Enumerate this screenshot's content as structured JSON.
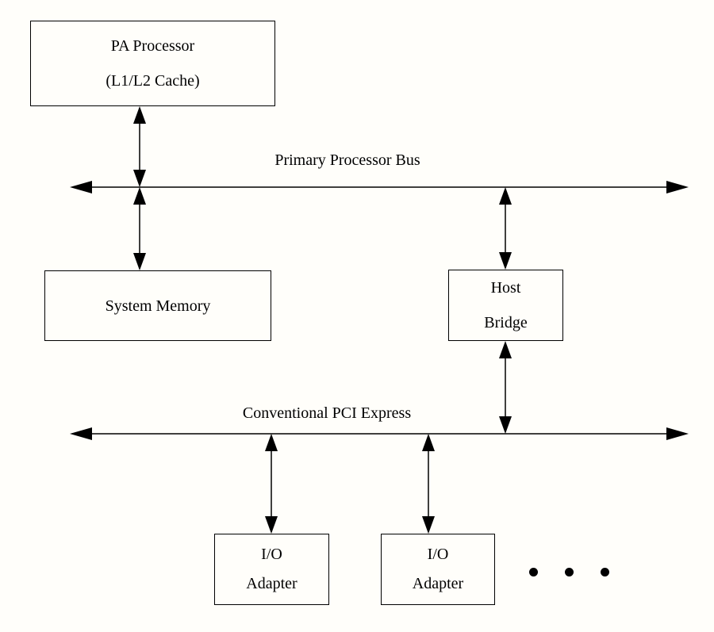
{
  "boxes": {
    "pa_processor": {
      "lines": [
        "PA Processor",
        "(L1/L2 Cache)"
      ]
    },
    "system_memory": {
      "lines": [
        "System Memory"
      ]
    },
    "host_bridge": {
      "lines": [
        "Host",
        "Bridge"
      ]
    },
    "io_adapter_1": {
      "lines": [
        "I/O",
        "Adapter"
      ]
    },
    "io_adapter_2": {
      "lines": [
        "I/O",
        "Adapter"
      ]
    }
  },
  "buses": {
    "primary_processor_bus": {
      "label": "Primary Processor Bus"
    },
    "conventional_pci_express": {
      "label": "Conventional PCI Express"
    }
  },
  "ellipsis": {
    "dot_count": 3
  },
  "colors": {
    "line": "#000000",
    "text": "#000000",
    "background": "#fffefa"
  }
}
